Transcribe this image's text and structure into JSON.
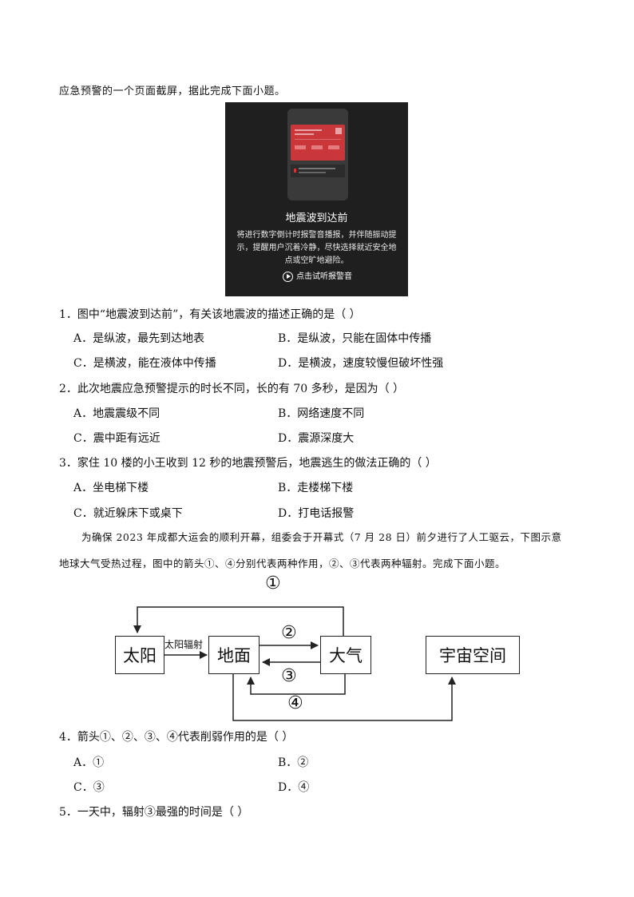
{
  "intro1": "应急预警的一个页面截屏，据此完成下面小题。",
  "screenshot": {
    "title": "地震波到达前",
    "body_lines": [
      "将进行数字倒计时报警音播报，并伴随振动提",
      "示，提醒用户沉着冷静，尽快选择就近安全地",
      "点或空旷地避险。"
    ],
    "play_label": "点击试听报警音",
    "colors": {
      "background": "#1f1f1f",
      "card": "#c9373a"
    }
  },
  "questions": [
    {
      "stem": "1．图中“地震波到达前”，有关该地震波的描述正确的是（    ）",
      "options": [
        "A．是纵波，最先到达地表",
        "B．是纵波，只能在固体中传播",
        "C．是横波，能在液体中传播",
        "D．是横波，速度较慢但破坏性强"
      ]
    },
    {
      "stem": "2．此次地震应急预警提示的时长不同，长的有 70 多秒，是因为（    ）",
      "options": [
        "A．地震震级不同",
        "B．网络速度不同",
        "C．震中距有远近",
        "D．震源深度大"
      ]
    },
    {
      "stem": "3．家住 10 楼的小王收到 12 秒的地震预警后，地震逃生的做法正确的（    ）",
      "options": [
        "A．坐电梯下楼",
        "B．走楼梯下楼",
        "C．就近躲床下或桌下",
        "D．打电话报警"
      ]
    },
    {
      "stem": "4．箭头①、②、③、④代表削弱作用的是（    ）",
      "options": [
        "A．①",
        "B．②",
        "C．③",
        "D．④"
      ]
    },
    {
      "stem": "5．一天中，辐射③最强的时间是（    ）",
      "options": []
    }
  ],
  "intro2": {
    "line1": "为确保 2023 年成都大运会的顺利开幕，组委会于开幕式（7 月 28 日）前夕进行了人工驱云，下图示意",
    "line2": "地球大气受热过程，图中的箭头①、④分别代表两种作用，②、③代表两种辐射。完成下面小题。"
  },
  "diagram": {
    "boxes": {
      "sun": "太阳",
      "ground": "地面",
      "atmosphere": "大气",
      "space": "宇宙空间"
    },
    "solar_label": "太阳辐射",
    "arrow_labels": {
      "a1": "①",
      "a2": "②",
      "a3": "③",
      "a4": "④"
    }
  }
}
